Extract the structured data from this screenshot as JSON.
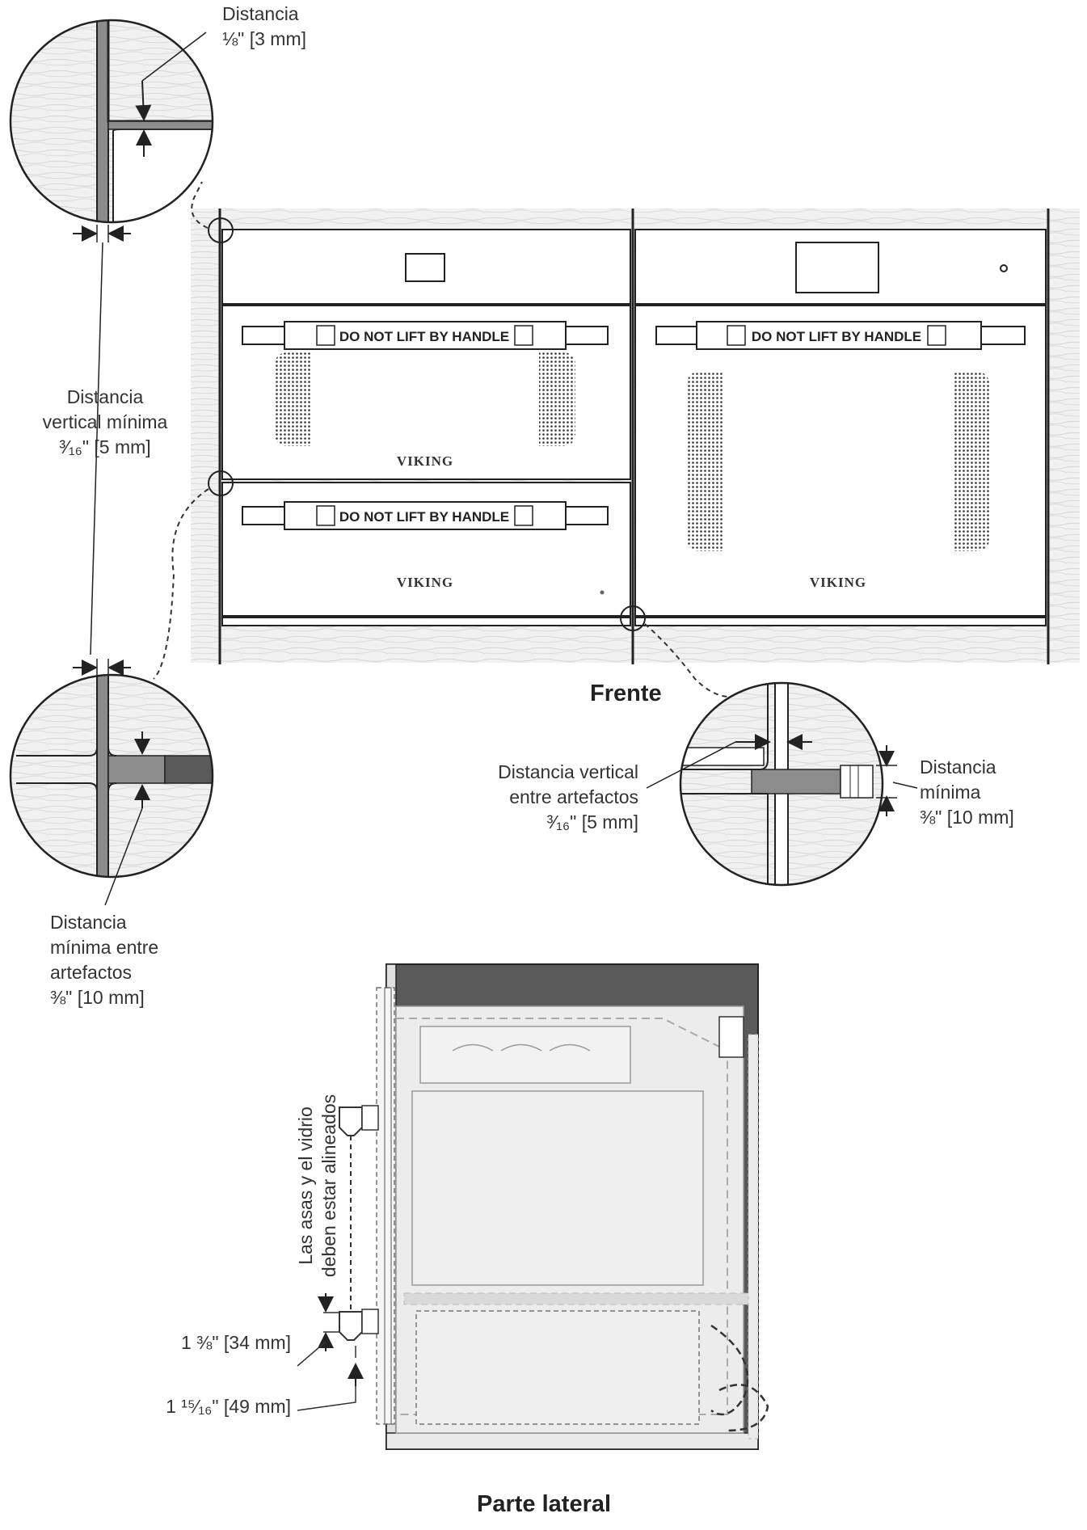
{
  "labels": {
    "gap_top_title": "Distancia",
    "gap_top_value": "⅛\" [3 mm]",
    "vert_min_l1": "Distancia",
    "vert_min_l2": "vertical mínima",
    "vert_min_value": "³⁄₁₆\" [5 mm]",
    "min_between_l1": "Distancia",
    "min_between_l2": "mínima entre",
    "min_between_l3": "artefactos",
    "min_between_value": "⅜\" [10 mm]",
    "vert_between_l1": "Distancia vertical",
    "vert_between_l2": "entre artefactos",
    "vert_between_value": "³⁄₁₆\" [5 mm]",
    "min_right_l1": "Distancia",
    "min_right_l2": "mínima",
    "min_right_value": "⅜\" [10 mm]",
    "align_l1": "Las asas y el vidrio",
    "align_l2": "deben estar alineados",
    "dim_34": "1 ⅜\" [34 mm]",
    "dim_49": "1 ¹⁵⁄₁₆\" [49 mm]"
  },
  "titles": {
    "front": "Frente",
    "side": "Parte lateral"
  },
  "appliance": {
    "handle_warning": "DO NOT LIFT BY HANDLE",
    "brand": "VIKING"
  },
  "colors": {
    "wood": "#eeeeee",
    "trim": "#8c8c8c",
    "dark_panel": "#5a5a5a",
    "line": "#222222"
  }
}
